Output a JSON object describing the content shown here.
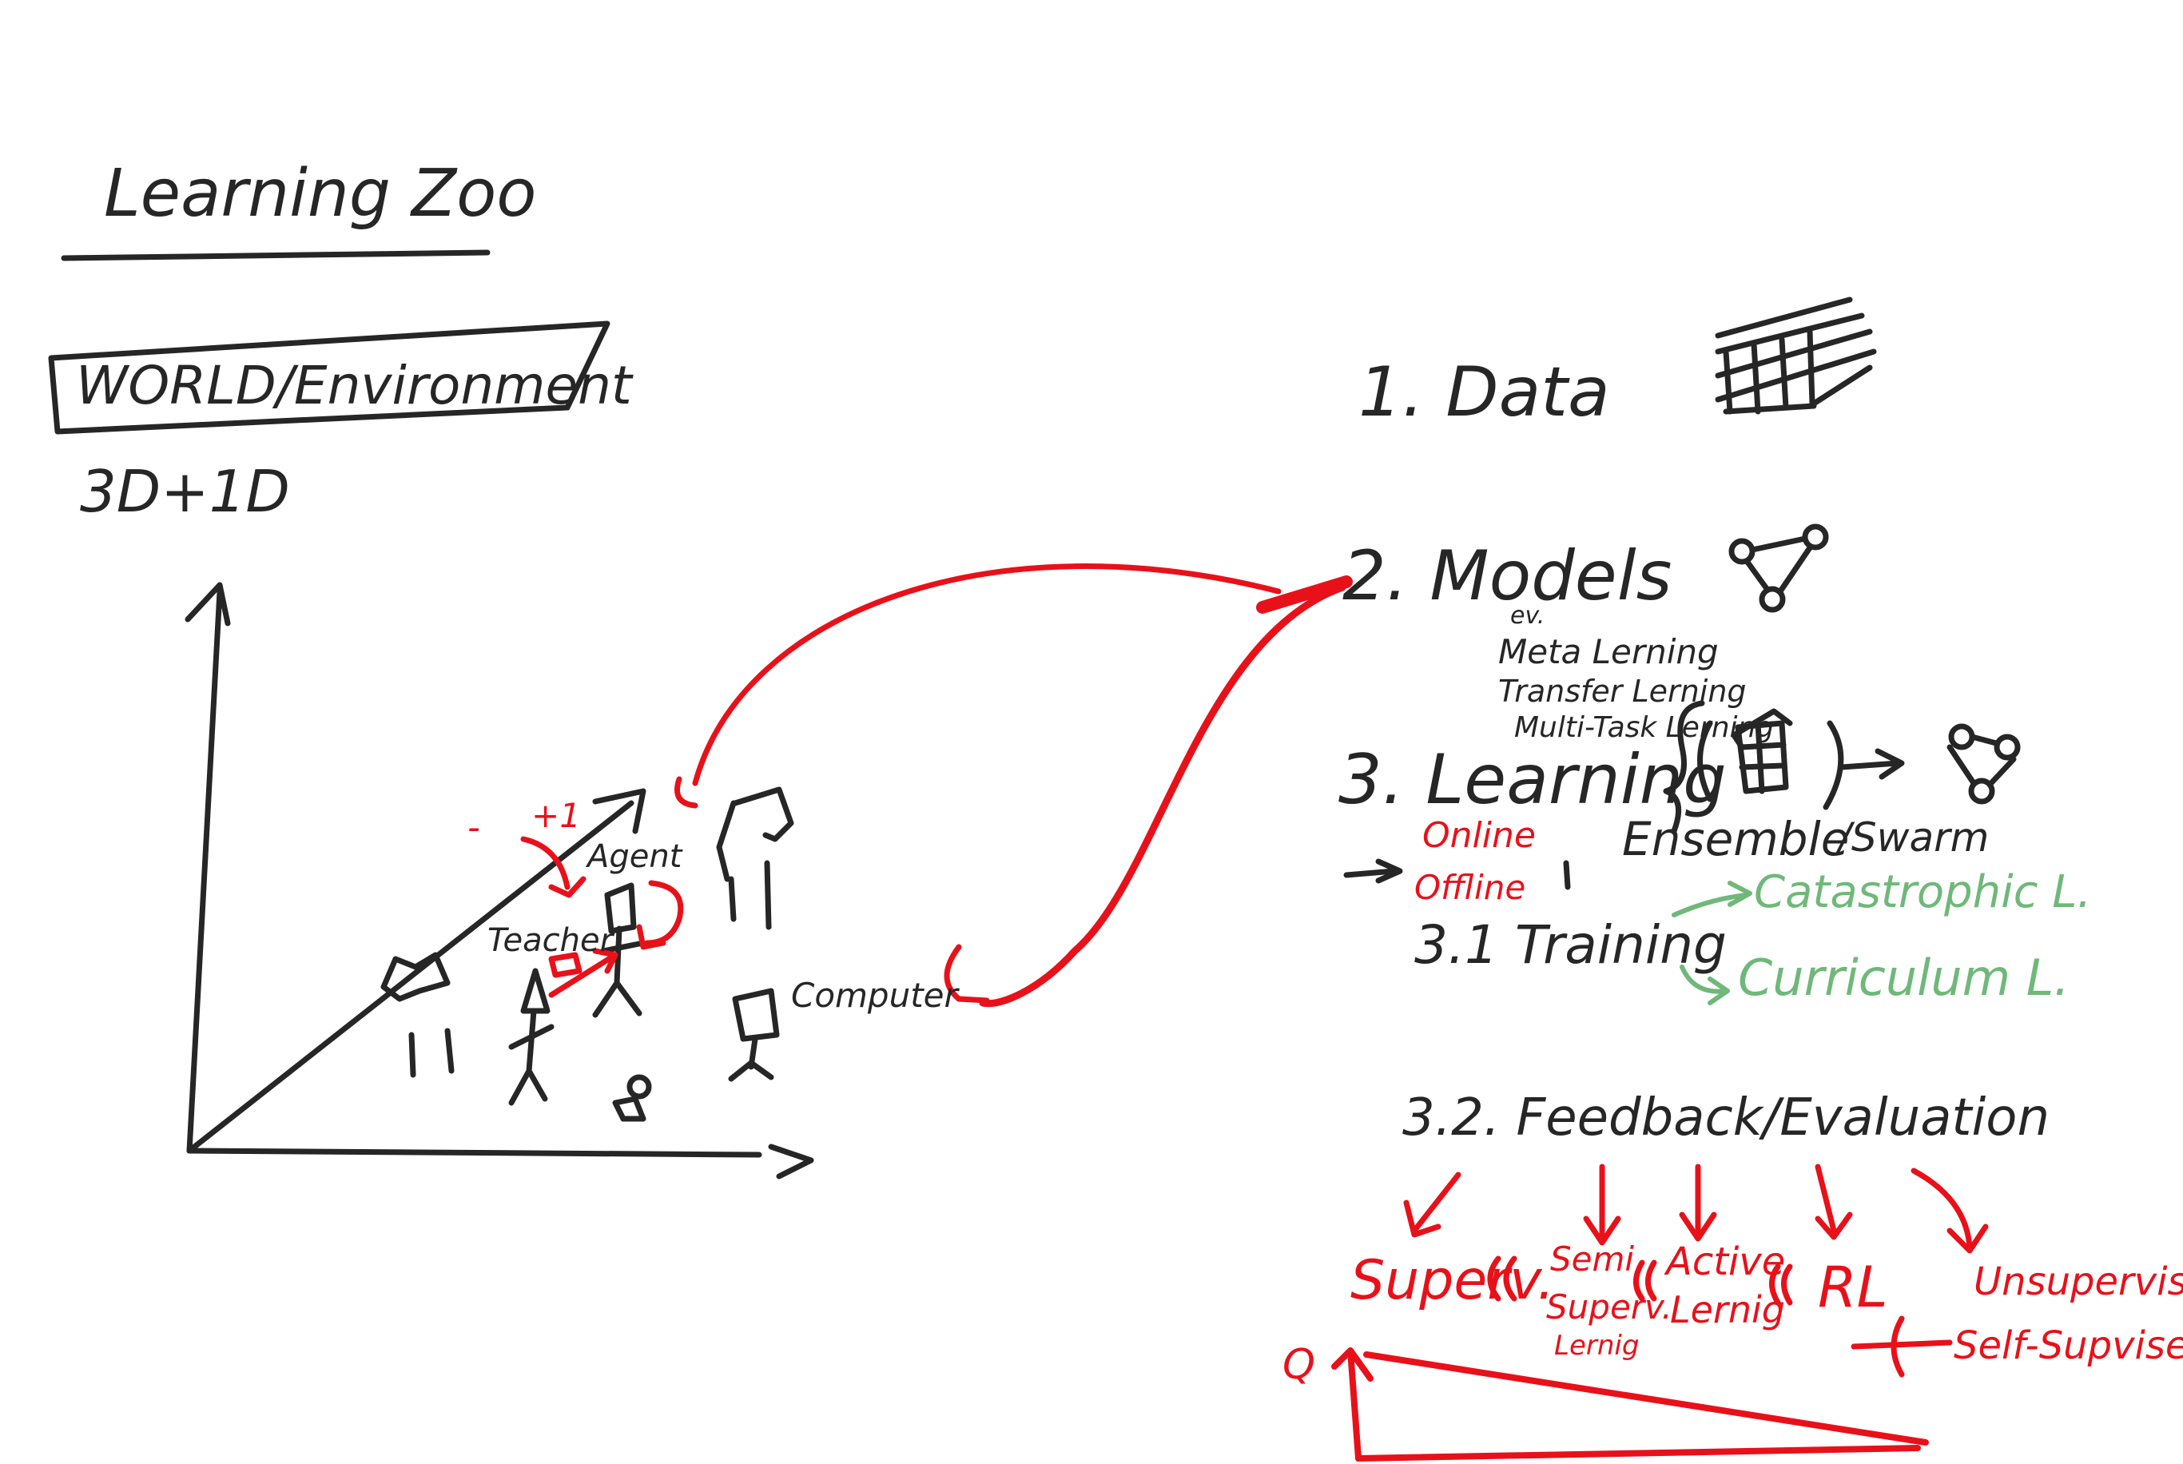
{
  "title": "Learning Zoo",
  "world_box_label": "WORLD/Environment",
  "world_dims": "3D+1D",
  "reward_minus": "-",
  "reward_plus": "+1",
  "agent_label": "Agent",
  "teacher_label": "Teacher",
  "computer_label": "Computer",
  "list": {
    "data": "1. Data",
    "models": "2. Models",
    "models_sub": [
      "ev.",
      "Meta Lerning",
      "Transfer Lerning",
      "Multi-Task Lerning"
    ],
    "learning": "3. Learning",
    "online": "Online",
    "offline": "Offline",
    "ensemble": "Ensemble",
    "swarm": "/Swarm",
    "training": "3.1 Training",
    "catastrophic": "Catastrophic L.",
    "curriculum": "Curriculum L.",
    "feedback": "3.2. Feedback/Evaluation"
  },
  "feedback_types": {
    "supervised": "Superv.",
    "semi_line1": "Semi",
    "semi_line2": "Superv.",
    "semi_line3": "Lernig",
    "active_line1": "Active",
    "active_line2": "Lernig",
    "rl": "RL",
    "unsup_line1": "Unsupervised/",
    "unsup_line2": "Self-Supvised",
    "q_label": "Q"
  },
  "colors": {
    "ink": "#262626",
    "red": "#e8111a",
    "green": "#6fb87a"
  },
  "icons": [
    "data-stack-icon",
    "graph-model-icon",
    "learning-graph-icon"
  ]
}
